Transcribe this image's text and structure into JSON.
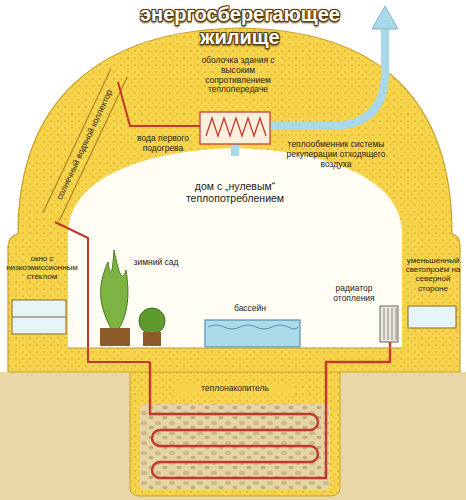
{
  "diagram": {
    "title": "энергосберегающее жилище",
    "labels": [
      "оболочка здания с высоким сопротивлением теплопередаче",
      "солнечный водяной коллектор",
      "вода первого подогрева",
      "теплообменник системы рекуперации отходящего воздуха",
      "дом с „нулевым“ теплопотреблением",
      "окно с низкоэмиссионным стеклом",
      "зимний сад",
      "уменьшенный светопроём на северной стороне",
      "радиатор отопления",
      "бассейн",
      "теплонакопитель"
    ]
  }
}
